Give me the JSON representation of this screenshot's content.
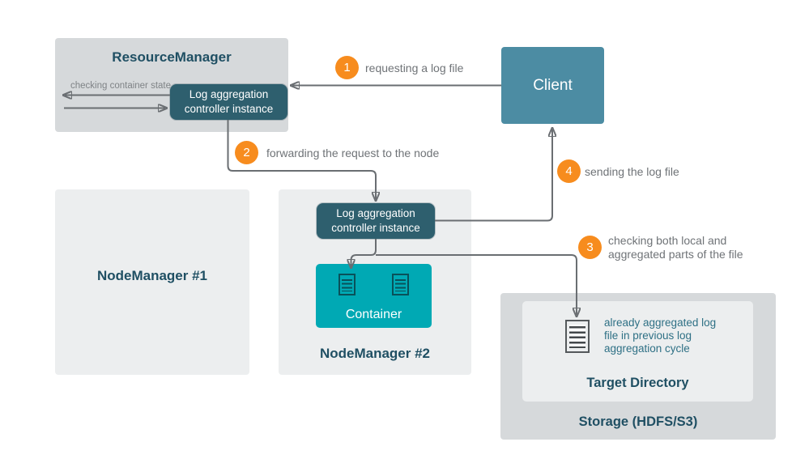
{
  "colors": {
    "panel_mid_gray": "#d6d9db",
    "panel_light_gray": "#eceeef",
    "dark_slate_node": "#2e5f6e",
    "client_blue": "#4c8ca3",
    "container_teal": "#00a9b4",
    "step_orange": "#f78c1e",
    "arrow_gray": "#6a6e72",
    "label_gray": "#6f7377",
    "heading_teal": "#1f4f63",
    "note_teal": "#2e7085"
  },
  "resource_manager": {
    "title": "ResourceManager",
    "controller_label": "Log aggregation\ncontroller instance",
    "state_check_label": "checking container state"
  },
  "client": {
    "label": "Client"
  },
  "node_manager_1": {
    "title": "NodeManager #1"
  },
  "node_manager_2": {
    "title": "NodeManager #2",
    "controller_label": "Log aggregation\ncontroller instance",
    "container": {
      "label": "Container",
      "icons": [
        "log-file-icon",
        "log-file-icon"
      ]
    }
  },
  "storage": {
    "title": "Storage (HDFS/S3)",
    "target_directory": {
      "title": "Target Directory",
      "icon": "aggregated-log-file-icon",
      "note": "already aggregated log\nfile in previous log\naggregation cycle"
    }
  },
  "steps": [
    {
      "number": "1",
      "label": "requesting a log file"
    },
    {
      "number": "2",
      "label": "forwarding the request to the node"
    },
    {
      "number": "3",
      "label": "checking both local and\naggregated parts of the file"
    },
    {
      "number": "4",
      "label": "sending the log file"
    }
  ]
}
